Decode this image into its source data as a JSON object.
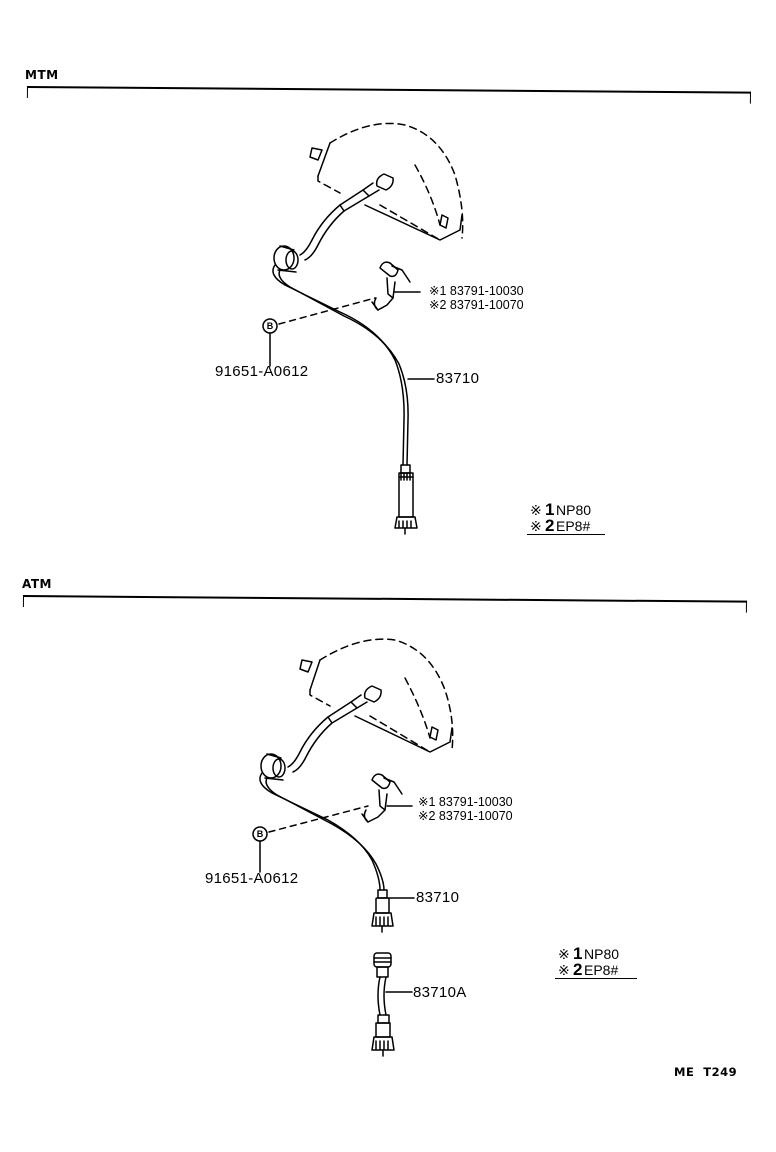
{
  "sections": [
    {
      "id": "mtm",
      "label": "MTM",
      "bolt": {
        "symbol": "B",
        "part_number": "91651-A0612"
      },
      "bracket_parts": [
        {
          "mark": "※1",
          "part_number": "83791-10030"
        },
        {
          "mark": "※2",
          "part_number": "83791-10070"
        }
      ],
      "cable_part": "83710",
      "legend": [
        {
          "mark": "※",
          "num": "1",
          "code": "NP80"
        },
        {
          "mark": "※",
          "num": "2",
          "code": "EP8#"
        }
      ]
    },
    {
      "id": "atm",
      "label": "ATM",
      "bolt": {
        "symbol": "B",
        "part_number": "91651-A0612"
      },
      "bracket_parts": [
        {
          "mark": "※1",
          "part_number": "83791-10030"
        },
        {
          "mark": "※2",
          "part_number": "83791-10070"
        }
      ],
      "cable_part": "83710",
      "extension_part": "83710A",
      "legend": [
        {
          "mark": "※",
          "num": "1",
          "code": "NP80"
        },
        {
          "mark": "※",
          "num": "2",
          "code": "EP8#"
        }
      ]
    }
  ],
  "footer": {
    "code": "ME  T249"
  }
}
